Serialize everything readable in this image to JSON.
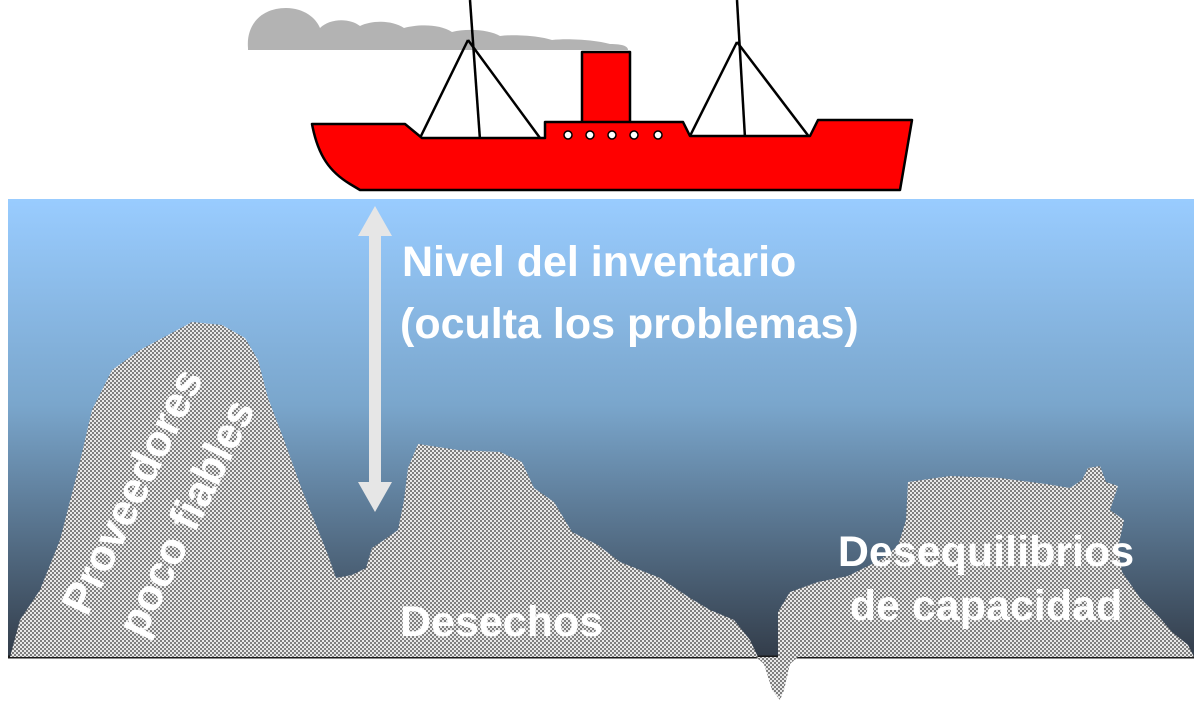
{
  "colors": {
    "water_top": "#99ccff",
    "water_bottom": "#333d4a",
    "ship_hull": "#ff0000",
    "smoke": "#b3b3b3",
    "rock_dots": "#333333",
    "rock_base": "#e8e8e8",
    "arrow": "#e6e6e6",
    "label_white": "#ffffff"
  },
  "labels": {
    "inventory_level_line1": "Nivel del inventario",
    "inventory_level_line2": "(oculta los problemas)",
    "unreliable_suppliers_line1": "Proveedores",
    "unreliable_suppliers_line2": "poco fiables",
    "waste": "Desechos",
    "capacity_imbalance_line1": "Desequilibrios",
    "capacity_imbalance_line2": "de capacidad"
  },
  "icons": {
    "ship": "steamship-icon",
    "smoke": "smoke-cloud-icon",
    "arrow": "double-headed-arrow-icon"
  }
}
